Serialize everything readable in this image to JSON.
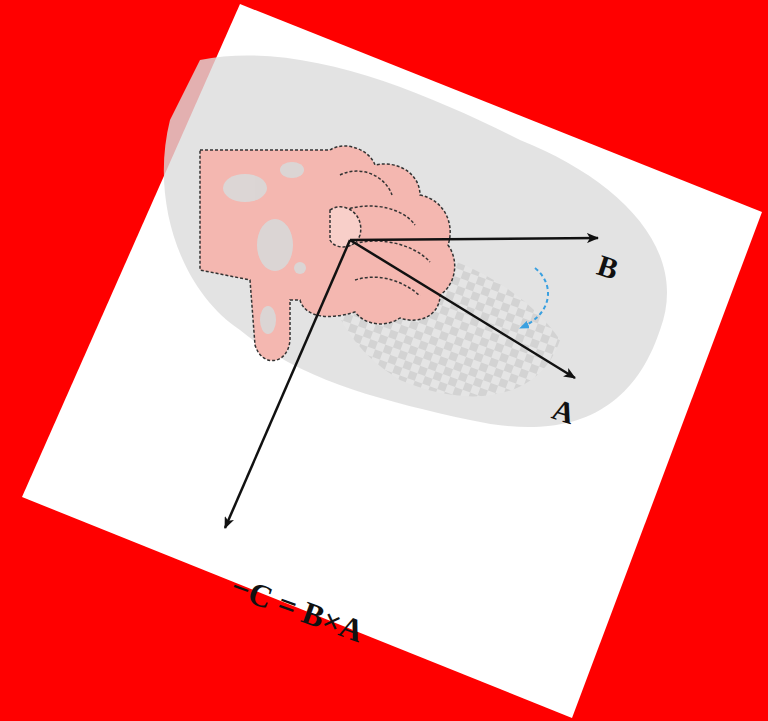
{
  "diagram": {
    "labels": [
      "B",
      "A",
      "−C = B×A"
    ]
  }
}
